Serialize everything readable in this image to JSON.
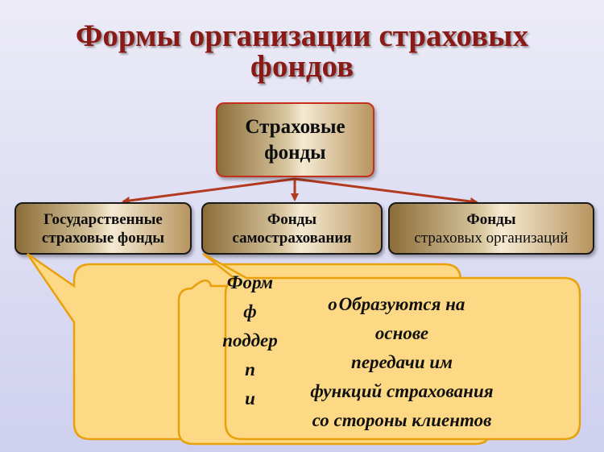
{
  "title": {
    "line1": "Формы организации страховых",
    "line2": "фондов"
  },
  "root": {
    "line1": "Страховые",
    "line2": "фонды"
  },
  "children": [
    {
      "line1": "Государственные",
      "line2": "страховые фонды"
    },
    {
      "line1": "Фонды",
      "line2": "самострахования"
    },
    {
      "line1": "Фонды",
      "line2": "страховых организаций"
    }
  ],
  "callouts": [
    {
      "lines": [
        "Форм",
        "ф",
        "поддер",
        "",
        "п",
        "и"
      ]
    },
    {
      "lines": [
        "",
        "",
        "",
        "о",
        "",
        ""
      ]
    },
    {
      "lines": [
        "Образуются на",
        "основе",
        "передачи им",
        "функций страхования",
        "со стороны клиентов"
      ]
    }
  ],
  "colors": {
    "title": "#8a1a16",
    "callout_fill": "#fdd985",
    "callout_border": "#e8a10d",
    "arrow": "#b23a1f"
  }
}
